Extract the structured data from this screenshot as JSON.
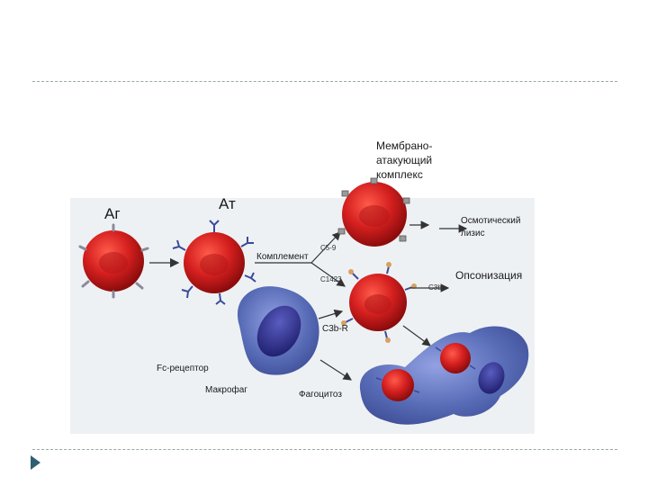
{
  "labels": {
    "antigen": "Аг",
    "antibody": "Ат",
    "mac": [
      "Мембрано-",
      "атакующий",
      "комплекс"
    ],
    "osmotic_lysis": [
      "Осмотический",
      "лизис"
    ],
    "complement": "Комплемент",
    "c59": "C5-9",
    "c1423": "C1423",
    "c3b": "C3b",
    "opsonization": "Опсонизация",
    "c3b_r": "C3b-R",
    "fc_receptor": "Fc-рецептор",
    "macrophage": "Макрофаг",
    "phagocytosis": "Фагоцитоз"
  },
  "colors": {
    "cell_red": "#d41f1f",
    "macrophage_blue": "#4a5fb0",
    "nucleus_blue": "#2a2e8a",
    "rule": "#9aa6a6",
    "nav_arrow": "#2e5f74"
  }
}
